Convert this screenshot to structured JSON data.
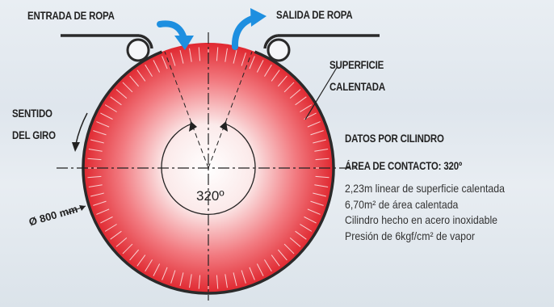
{
  "labels": {
    "entrada": "ENTRADA DE ROPA",
    "salida": "SALIDA DE ROPA",
    "superficie_1": "SUPERFICIE",
    "superficie_2": "CALENTADA",
    "sentido_1": "SENTIDO",
    "sentido_2": "DEL GIRO",
    "datos": "DATOS POR CILINDRO",
    "area": "ÁREA DE CONTACTO: 320º",
    "angle": "320º",
    "diameter": "Ø 800 mm"
  },
  "specs": [
    "2,23m linear de superficie calentada",
    "6,70m² de área calentada",
    "Cilindro hecho en acero inoxidable",
    "Presión de 6kgf/cm² de vapor"
  ],
  "icons": {
    "entry_arrow": "curved-arrow-down-icon",
    "exit_arrow": "curved-arrow-up-icon",
    "rotation_arrow": "rotation-arrow-icon"
  },
  "colors": {
    "cylinder_red": "#e8313a",
    "arrow_blue": "#1e8fe0",
    "text_dark": "#222222"
  }
}
